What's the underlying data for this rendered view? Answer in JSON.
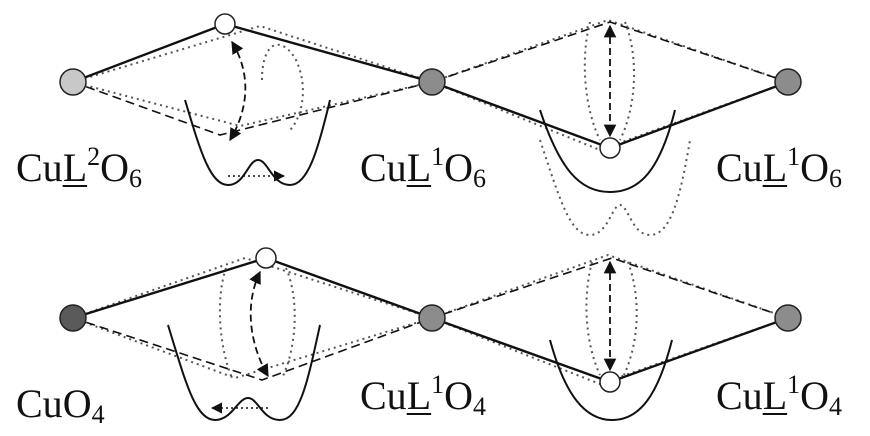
{
  "labels": {
    "top_left": {
      "pre": "Cu",
      "ligand": "L",
      "ligand_index": "2",
      "oxygen": "O",
      "oxygen_count": "6"
    },
    "top_middle": {
      "pre": "Cu",
      "ligand": "L",
      "ligand_index": "1",
      "oxygen": "O",
      "oxygen_count": "6"
    },
    "top_right": {
      "pre": "Cu",
      "ligand": "L",
      "ligand_index": "1",
      "oxygen": "O",
      "oxygen_count": "6"
    },
    "bottom_left": {
      "pre": "Cu",
      "oxygen": "O",
      "oxygen_count": "4"
    },
    "bottom_middle": {
      "pre": "Cu",
      "ligand": "L",
      "ligand_index": "1",
      "oxygen": "O",
      "oxygen_count": "4"
    },
    "bottom_right": {
      "pre": "Cu",
      "ligand": "L",
      "ligand_index": "1",
      "oxygen": "O",
      "oxygen_count": "4"
    }
  },
  "colors": {
    "line": "#111111",
    "dotted": "#555555",
    "cu_light": "#c8c8c8",
    "cu_mid": "#8c8c8c",
    "cu_dark": "#5a5a5a",
    "ligand": "#ffffff"
  }
}
